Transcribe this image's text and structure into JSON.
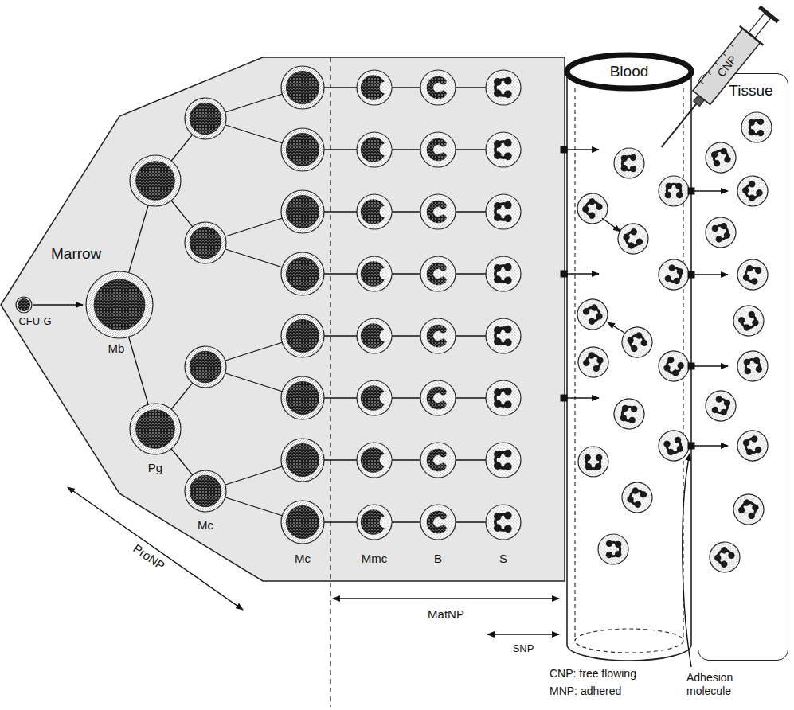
{
  "diagram": {
    "nodes": [
      {
        "text": [
          "Marrow"
        ]
      },
      {
        "text": [
          "Blood"
        ]
      },
      {
        "text": [
          "Tissue"
        ]
      },
      {
        "text": [
          "CNP"
        ]
      }
    ],
    "edges": [
      {
        "from": 0,
        "to": 1,
        "arrow": "to"
      },
      {
        "from": 0,
        "to": 1,
        "arrow": "to"
      },
      {
        "from": 0,
        "to": 1,
        "arrow": "to"
      },
      {
        "from": 1,
        "to": 2,
        "arrow": "to"
      },
      {
        "from": 1,
        "to": 2,
        "arrow": "to"
      },
      {
        "from": 1,
        "to": 2,
        "arrow": "to"
      },
      {
        "from": 1,
        "to": 2,
        "arrow": "to"
      }
    ],
    "labels": [
      "CFU-G",
      "Mb",
      "Pg",
      "Mc",
      "Mc",
      "Mmc",
      "B",
      "S",
      "ProNP",
      "MatNP",
      "SNP",
      "CNP: free flowing",
      "MNP: adhered",
      "Adhesion molecule"
    ]
  }
}
